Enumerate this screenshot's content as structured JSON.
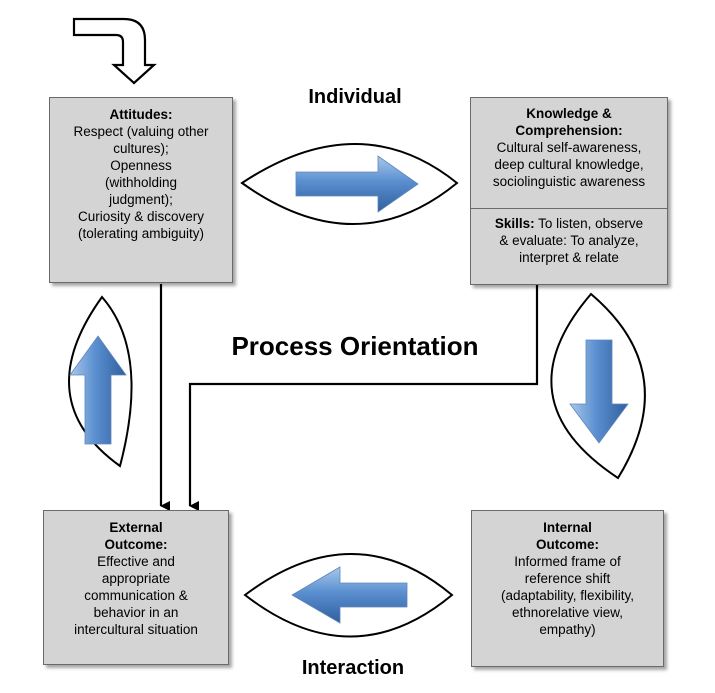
{
  "labels": {
    "individual": "Individual",
    "interaction": "Interaction",
    "process": "Process Orientation"
  },
  "boxes": {
    "attitudes": {
      "title": "Attitudes:",
      "lines": [
        "Respect (valuing other",
        "cultures);",
        "Openness",
        "(withholding",
        "judgment);",
        "Curiosity & discovery",
        "(tolerating ambiguity)"
      ]
    },
    "knowledge": {
      "title_lines": [
        "Knowledge &",
        "Comprehension:"
      ],
      "lines": [
        "Cultural self-awareness,",
        "deep cultural knowledge,",
        "sociolinguistic awareness"
      ]
    },
    "skills": {
      "title": "Skills:",
      "first_line": " To listen, observe",
      "lines": [
        "& evaluate: To analyze,",
        "interpret & relate"
      ]
    },
    "external": {
      "title_lines": [
        "External",
        "Outcome:"
      ],
      "lines": [
        "Effective and",
        "appropriate",
        "communication &",
        "behavior in an",
        "intercultural situation"
      ]
    },
    "internal": {
      "title_lines": [
        "Internal",
        "Outcome:"
      ],
      "lines": [
        "Informed frame of",
        "reference shift",
        "(adaptability, flexibility,",
        "ethnorelative view,",
        "empathy)"
      ]
    }
  },
  "colors": {
    "box_fill": "#d4d4d4",
    "box_border": "#6a6a6a",
    "arrow_blue": "#4a7ec2",
    "arrow_blue_light": "#9cc0e8",
    "arrow_blue_dark": "#2f5f9e"
  }
}
